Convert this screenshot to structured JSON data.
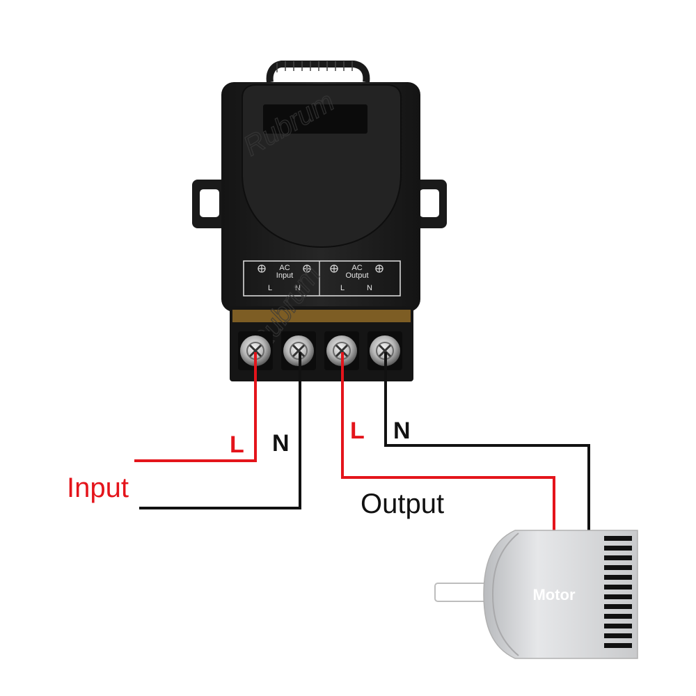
{
  "watermark": "Rubrum",
  "device": {
    "terminal_label": {
      "input_group": {
        "line1": "AC",
        "line2": "Input",
        "l": "L",
        "n": "N"
      },
      "output_group": {
        "line1": "AC",
        "line2": "Output",
        "l": "L",
        "n": "N"
      }
    }
  },
  "wiring": {
    "input_l_label": "L",
    "input_n_label": "N",
    "output_l_label": "L",
    "output_n_label": "N",
    "input_label": "Input",
    "output_label": "Output"
  },
  "motor": {
    "label": "Motor"
  },
  "colors": {
    "live": "#e4141b",
    "neutral": "#111111",
    "housing": "#1c1c1c",
    "terminal_strip": "#a0762a",
    "motor_body": "#d9dadc"
  }
}
